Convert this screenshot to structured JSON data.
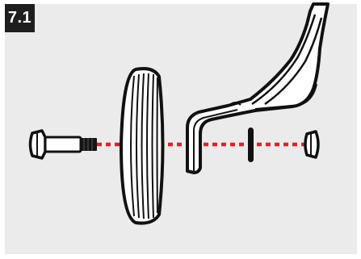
{
  "step": {
    "label": "7.1"
  },
  "colors": {
    "panel_background": "#ebebeb",
    "badge_background": "#1e1e1e",
    "badge_text": "#ffffff",
    "outline": "#111111",
    "guide_line": "#e0202a"
  },
  "parts": [
    {
      "name": "axle-bolt"
    },
    {
      "name": "wheel"
    },
    {
      "name": "bracket-leg"
    },
    {
      "name": "washer"
    },
    {
      "name": "nut"
    }
  ]
}
